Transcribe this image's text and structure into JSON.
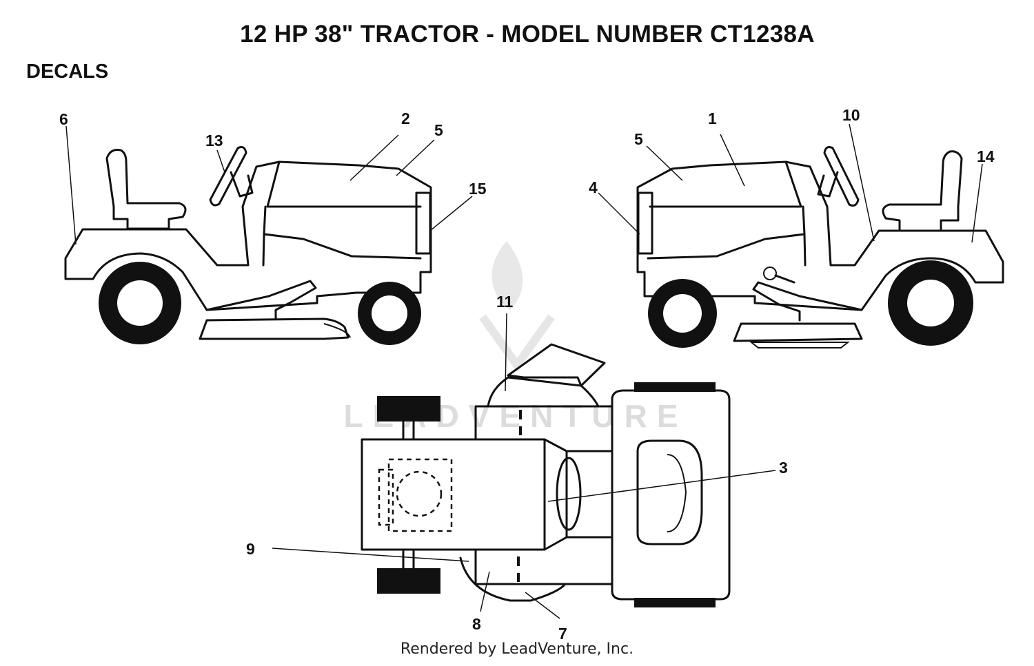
{
  "page": {
    "title": "12 HP 38\" TRACTOR - MODEL NUMBER CT1238A",
    "section": "DECALS",
    "footer": "Rendered by LeadVenture, Inc."
  },
  "watermark": {
    "text": "LEADVENTURE"
  },
  "callouts": [
    "1",
    "2",
    "3",
    "4",
    "5",
    "5",
    "6",
    "7",
    "8",
    "9",
    "10",
    "11",
    "13",
    "14",
    "15"
  ],
  "views": [
    "left-side-view",
    "right-side-view",
    "top-view"
  ]
}
